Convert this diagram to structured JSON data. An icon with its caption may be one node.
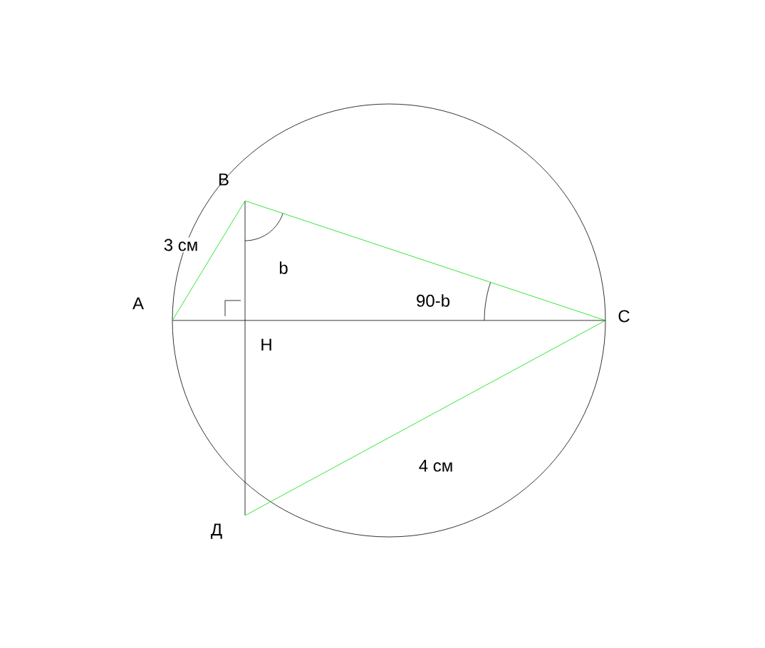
{
  "diagram": {
    "nodes": [
      {
        "text": [
          "A"
        ]
      },
      {
        "text": [
          "B"
        ]
      },
      {
        "text": [
          "C"
        ]
      },
      {
        "text": [
          "H"
        ]
      },
      {
        "text": [
          "Д"
        ]
      }
    ],
    "edges": [
      {
        "from": 0,
        "to": 1,
        "arrow": "none",
        "label": "3 см"
      },
      {
        "from": 1,
        "to": 2,
        "arrow": "none"
      },
      {
        "from": 2,
        "to": 4,
        "arrow": "none",
        "label": "4 см"
      },
      {
        "from": 0,
        "to": 2,
        "arrow": "none",
        "color": "#000000"
      },
      {
        "from": 1,
        "to": 4,
        "arrow": "none",
        "color": "#000000"
      }
    ],
    "labels": [
      "b",
      "90-b"
    ]
  }
}
